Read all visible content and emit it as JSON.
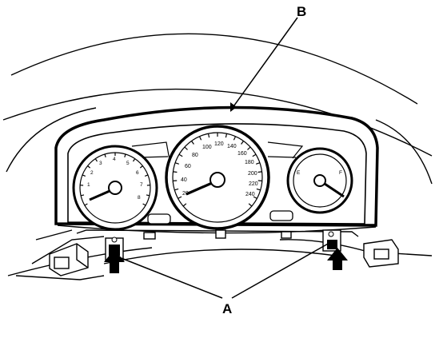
{
  "callouts": {
    "a": "A",
    "b": "B"
  },
  "tachometer": {
    "labels": [
      "1",
      "2",
      "3",
      "4",
      "5",
      "6",
      "7",
      "8"
    ]
  },
  "speedometer": {
    "labels": [
      "20",
      "40",
      "60",
      "80",
      "100",
      "120",
      "140",
      "160",
      "180",
      "200",
      "220",
      "240"
    ]
  },
  "fuel_gauge": {
    "low": "E",
    "high": "F"
  },
  "colors": {
    "ink": "#000000",
    "paper": "#ffffff"
  }
}
